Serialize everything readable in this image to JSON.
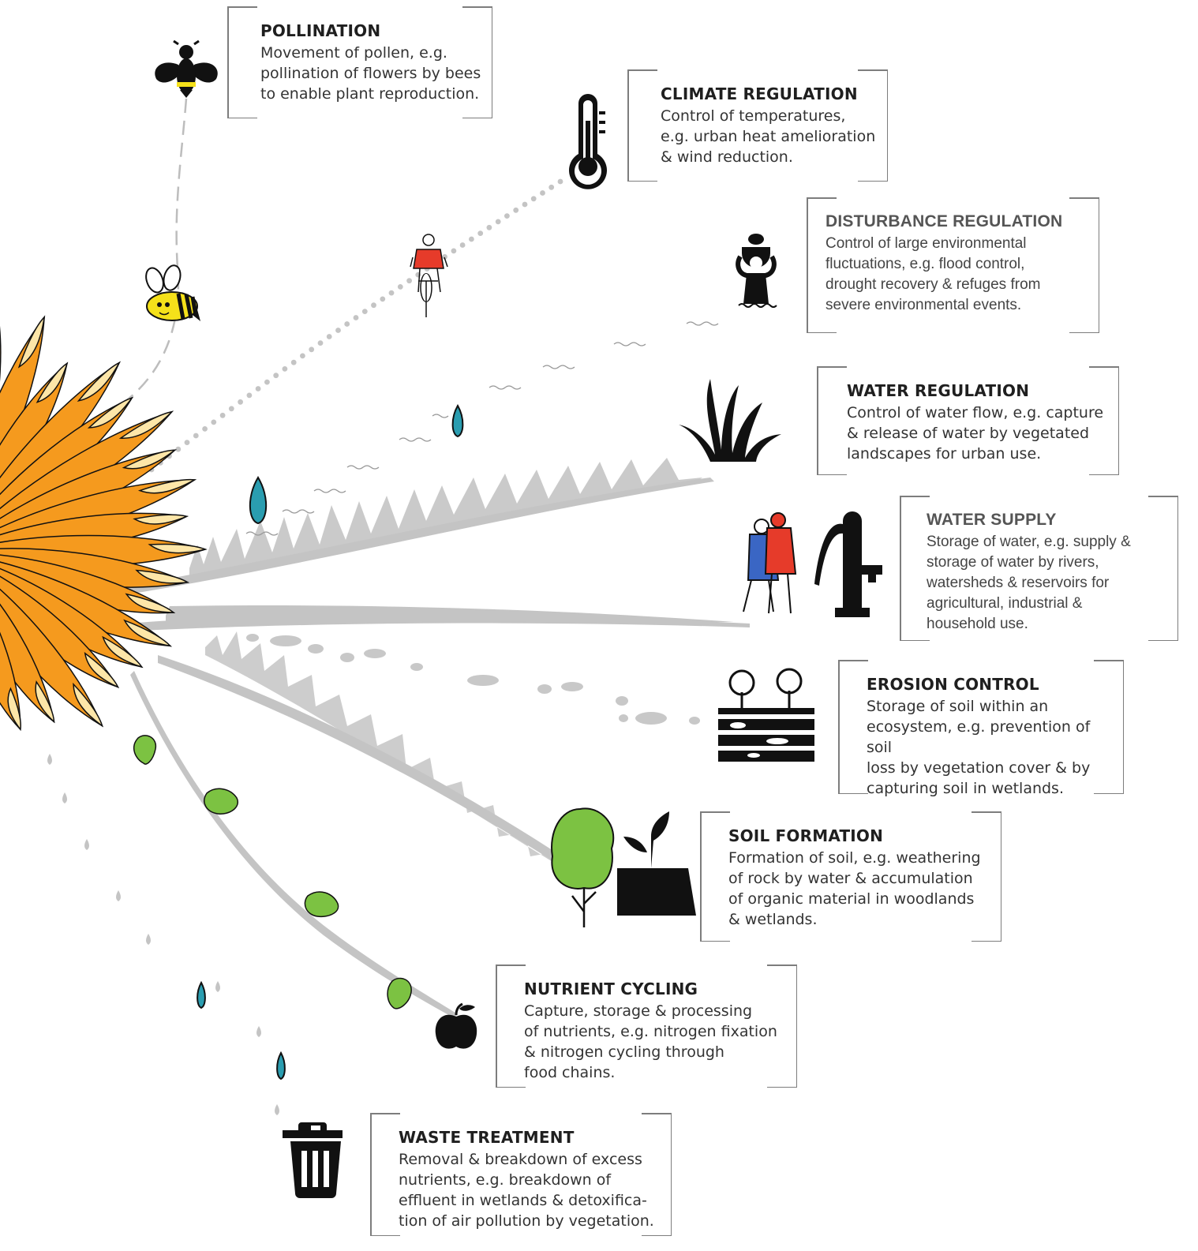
{
  "services": [
    {
      "id": "pollination",
      "title": "POLLINATION",
      "text": "Movement of pollen, e.g.\npollination of flowers by bees\nto enable plant reproduction."
    },
    {
      "id": "climate",
      "title": "CLIMATE REGULATION",
      "text": "Control of temperatures,\ne.g. urban heat amelioration\n& wind reduction."
    },
    {
      "id": "disturbance",
      "title": "DISTURBANCE REGULATION",
      "text": "Control of large environmental\nfluctuations, e.g. flood control,\ndrought recovery & refuges from\nsevere environmental events."
    },
    {
      "id": "water-regulation",
      "title": "WATER REGULATION",
      "text": "Control of water flow, e.g. capture\n& release of water by vegetated\nlandscapes for urban use."
    },
    {
      "id": "water-supply",
      "title": "WATER SUPPLY",
      "text": "Storage of water, e.g. supply &\nstorage of water by rivers,\nwatersheds & reservoirs for\nagricultural, industrial &\nhousehold use."
    },
    {
      "id": "erosion",
      "title": "EROSION CONTROL",
      "text": "Storage of soil within an\necosystem, e.g. prevention of soil\nloss by vegetation cover & by\ncapturing soil in wetlands."
    },
    {
      "id": "soil",
      "title": "SOIL FORMATION",
      "text": "Formation of soil, e.g. weathering\nof rock by water & accumulation\nof organic material in woodlands\n& wetlands."
    },
    {
      "id": "nutrient",
      "title": "NUTRIENT CYCLING",
      "text": "Capture, storage & processing\nof nutrients, e.g. nitrogen fixation\n& nitrogen cycling through\nfood chains."
    },
    {
      "id": "waste",
      "title": "WASTE TREATMENT",
      "text": "Removal & breakdown of excess\nnutrients, e.g. breakdown of\neffluent in wetlands & detoxifica-\ntion of air pollution by vegetation."
    }
  ],
  "colors": {
    "petal": "#f59a1e",
    "petal_tip": "#fde6a8",
    "grass": "#bdbdbd",
    "water_drop": "#2a9db0",
    "leaf": "#7cc242",
    "icon": "#111111",
    "bee_yellow": "#f5e11a",
    "cyclist_red": "#e63b2a"
  },
  "icons": [
    "bee-icon",
    "thermometer-icon",
    "water-carrier-icon",
    "grass-icon",
    "walkers-icon",
    "water-pump-icon",
    "soil-layers-icon",
    "tree-icon",
    "seedling-rock-icon",
    "apple-icon",
    "trash-can-icon",
    "cartoon-bee-icon",
    "cyclist-icon",
    "water-drop-icon",
    "leaf-icon"
  ]
}
